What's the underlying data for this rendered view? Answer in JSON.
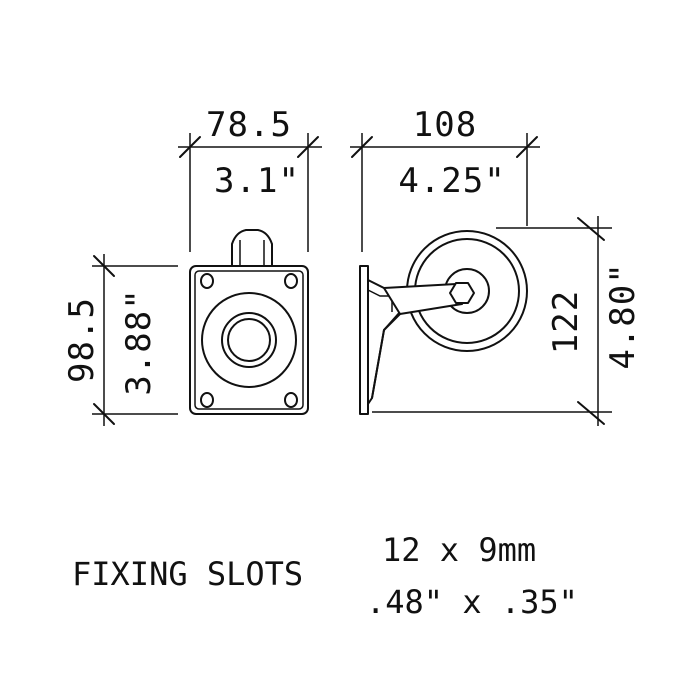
{
  "dimensions": {
    "front_width_mm": "78.5",
    "front_width_in": "3.1\"",
    "side_width_mm": "108",
    "side_width_in": "4.25\"",
    "front_height_mm": "98.5",
    "front_height_in": "3.88\"",
    "side_height_mm": "122",
    "side_height_in": "4.80\""
  },
  "note": {
    "label": "FIXING SLOTS",
    "metric": "12 x 9mm",
    "imperial": ".48\" x .35\""
  },
  "colors": {
    "ink": "#111111",
    "background": "#ffffff"
  }
}
